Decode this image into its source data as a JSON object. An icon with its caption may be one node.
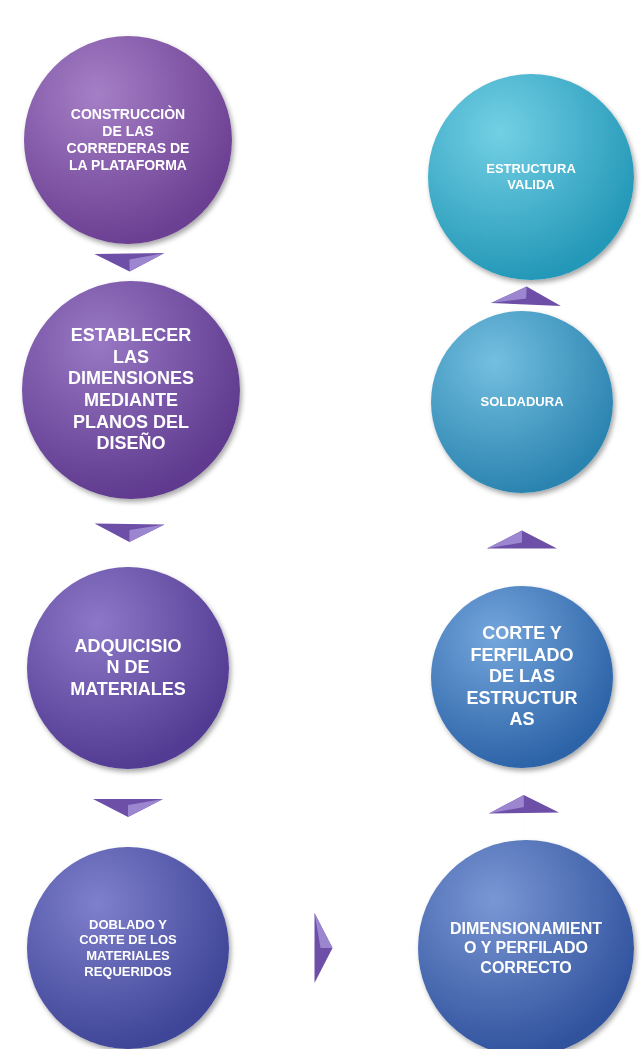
{
  "diagram": {
    "nodes": [
      {
        "text": [
          "CONSTRUCCIÒN DE LAS CORREDERAS DE LA PLATAFORMA"
        ]
      },
      {
        "text": [
          "ESTABLECER LAS DIMENSIONES MEDIANTE PLANOS DEL DISEÑO"
        ]
      },
      {
        "text": [
          "ADQUICISIO N DE MATERIALES"
        ]
      },
      {
        "text": [
          "DOBLADO Y CORTE DE LOS MATERIALES REQUERIDOS"
        ]
      },
      {
        "text": [
          "DIMENSIONAMIENT O Y PERFILADO CORRECTO"
        ]
      },
      {
        "text": [
          "CORTE Y FERFILADO DE LAS ESTRUCTUR AS"
        ]
      },
      {
        "text": [
          "SOLDADURA"
        ]
      },
      {
        "text": [
          "ESTRUCTURA VALIDA"
        ]
      }
    ],
    "edges": [
      {
        "from": 0,
        "to": 1,
        "arrow": "to"
      },
      {
        "from": 1,
        "to": 2,
        "arrow": "to"
      },
      {
        "from": 2,
        "to": 3,
        "arrow": "to"
      },
      {
        "from": 3,
        "to": 4,
        "arrow": "to"
      },
      {
        "from": 4,
        "to": 5,
        "arrow": "to"
      },
      {
        "from": 5,
        "to": 6,
        "arrow": "to"
      },
      {
        "from": 6,
        "to": 7,
        "arrow": "to"
      }
    ]
  }
}
